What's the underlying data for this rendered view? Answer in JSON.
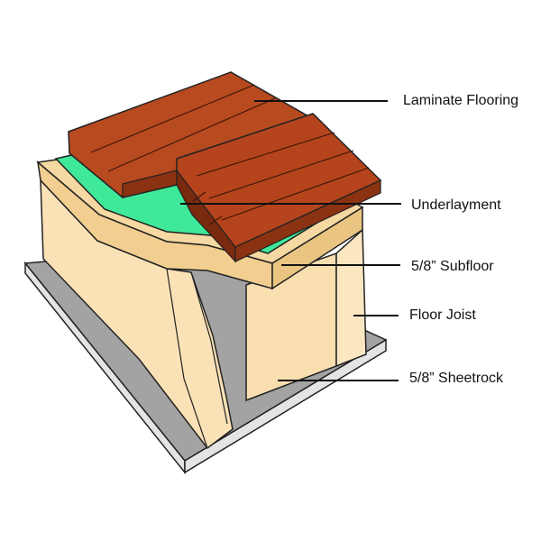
{
  "labels": {
    "laminate": "Laminate Flooring",
    "underlayment": "Underlayment",
    "subfloor": "5/8” Subfloor",
    "joist": "Floor Joist",
    "sheetrock": "5/8” Sheetrock"
  },
  "colors": {
    "laminate": "#b5441c",
    "laminate_dark": "#7a2a0e",
    "underlayment": "#40e89a",
    "subfloor": "#f2cf90",
    "joist": "#fbe2b6",
    "sheetrock_top": "#a3a3a3",
    "sheetrock_edge": "#e4e4e4",
    "outline": "#222222",
    "leader": "#111111"
  }
}
